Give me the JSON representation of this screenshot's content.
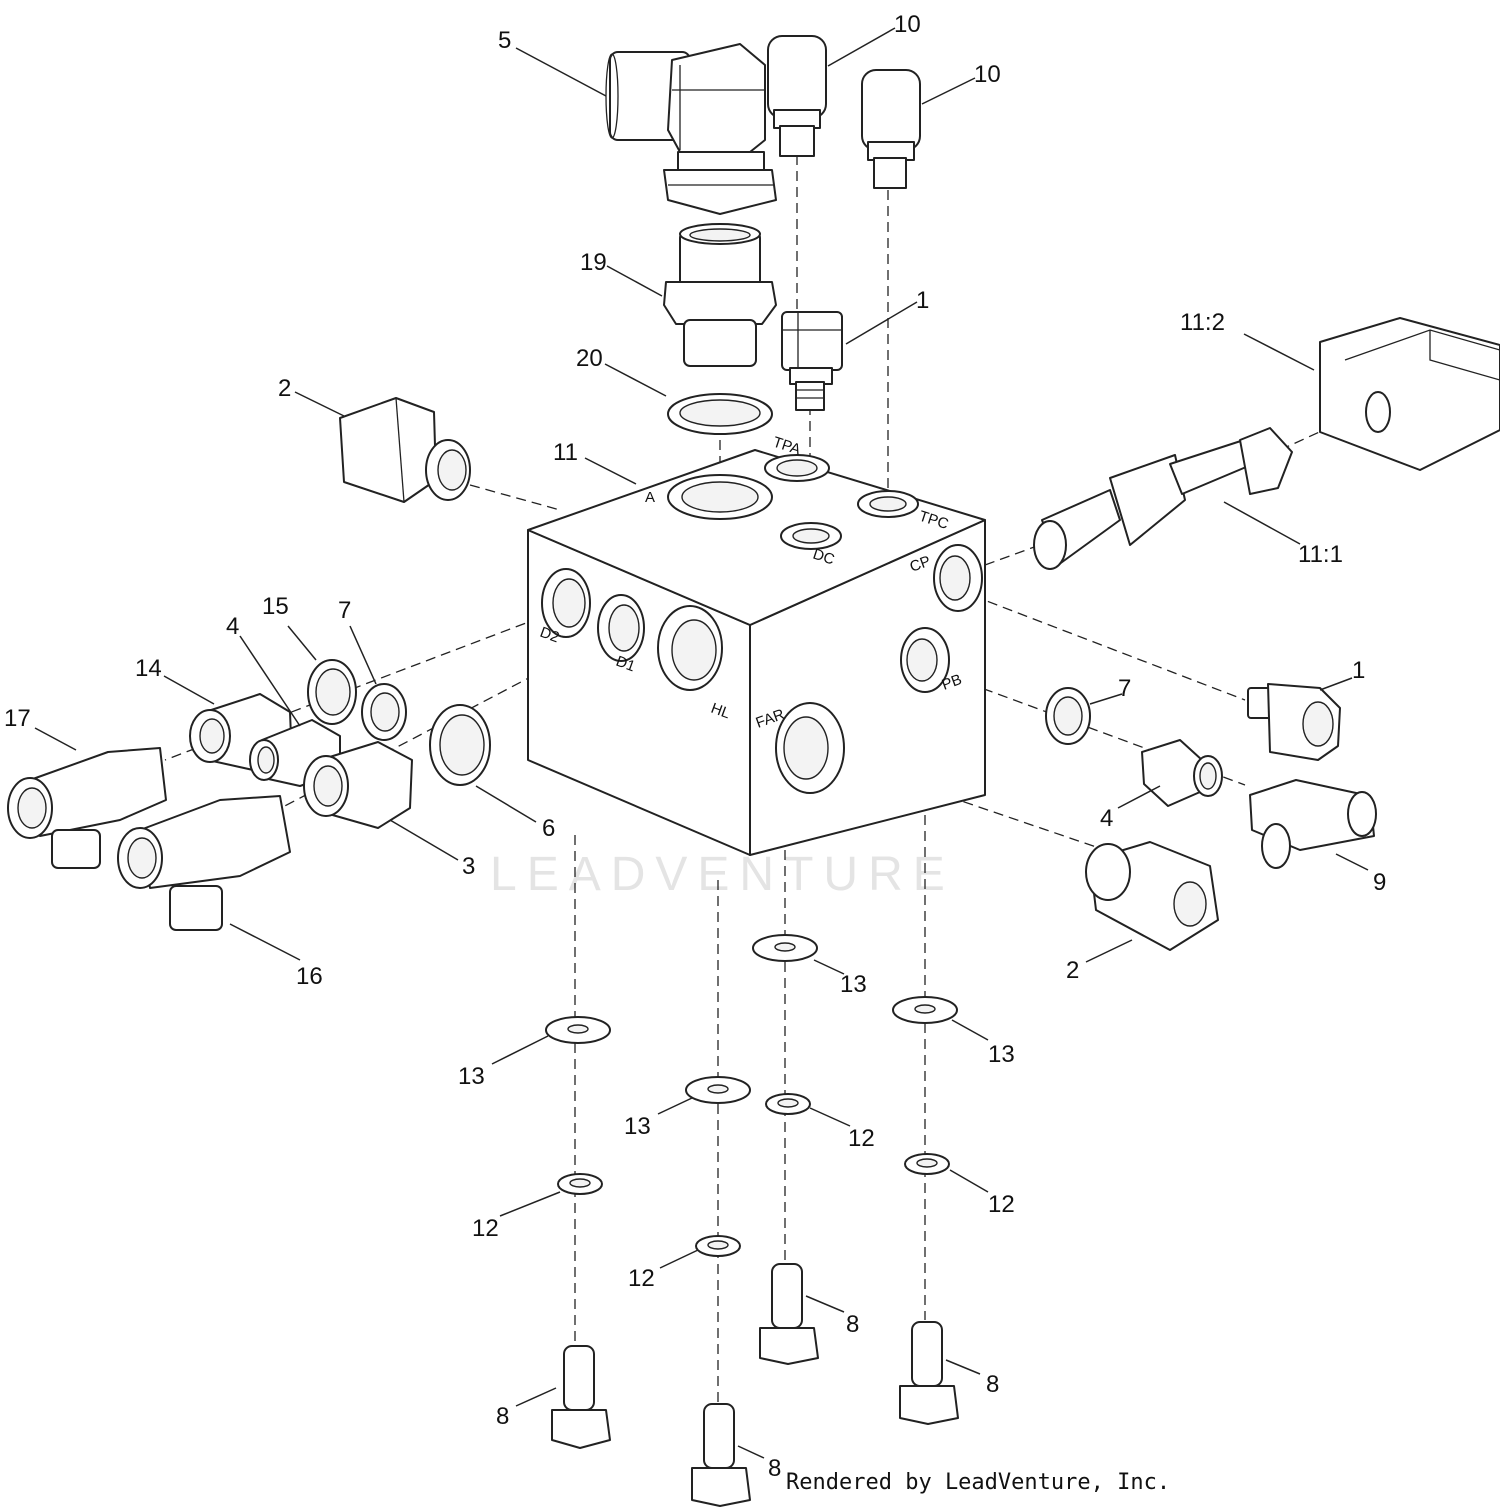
{
  "diagram": {
    "callouts": {
      "c5": "5",
      "c10a": "10",
      "c10b": "10",
      "c19": "19",
      "c1a": "1",
      "c20": "20",
      "c2a": "2",
      "c11": "11",
      "c11_2": "11:2",
      "c11_1": "11:1",
      "c15": "15",
      "c7a": "7",
      "c4a": "4",
      "c14": "14",
      "c17": "17",
      "c6": "6",
      "c3": "3",
      "c16": "16",
      "c1b": "1",
      "c7b": "7",
      "c4b": "4",
      "c9": "9",
      "c2b": "2",
      "c13a": "13",
      "c13b": "13",
      "c13c": "13",
      "c13d": "13",
      "c12a": "12",
      "c12b": "12",
      "c12c": "12",
      "c12d": "12",
      "c8a": "8",
      "c8b": "8",
      "c8c": "8",
      "c8d": "8"
    },
    "ports": {
      "a": "A",
      "tpa": "TPA",
      "tpc": "TPC",
      "dc": "DC",
      "cp": "CP",
      "pb": "PB",
      "d2": "D2",
      "d1": "D1",
      "hl": "HL",
      "far": "FAR"
    },
    "watermark": "LEADVENTURE"
  },
  "footer": {
    "credit": "Rendered by LeadVenture, Inc."
  }
}
